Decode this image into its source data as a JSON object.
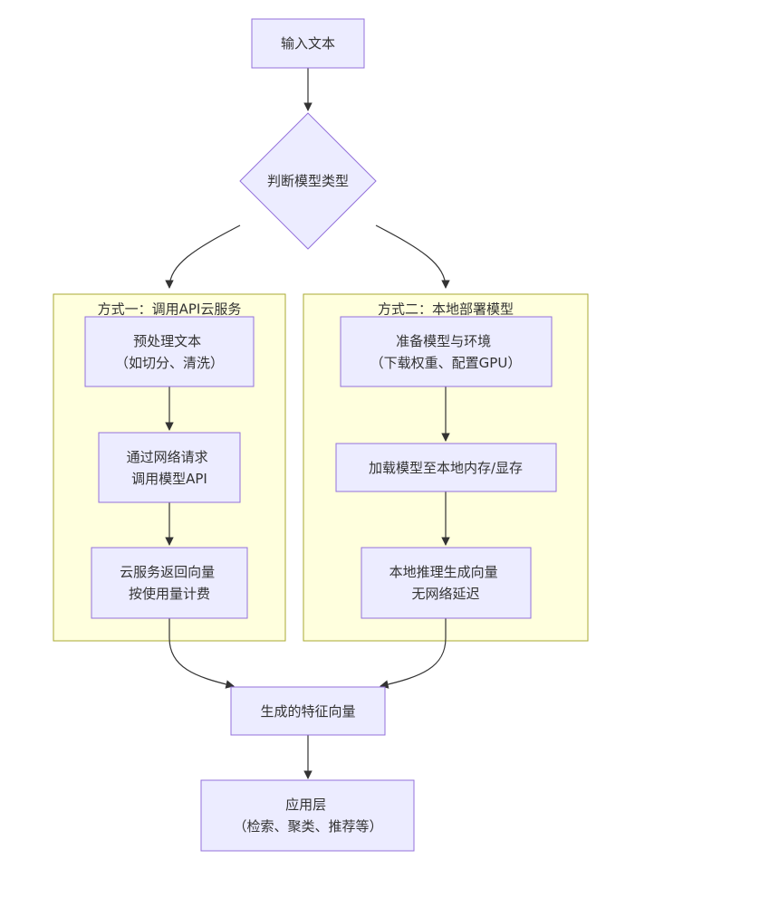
{
  "nodes": {
    "input": {
      "lines": [
        "输入文本"
      ]
    },
    "decide": {
      "lines": [
        "判断模型类型"
      ]
    },
    "a1": {
      "lines": [
        "预处理文本",
        "（如切分、清洗）"
      ]
    },
    "a2": {
      "lines": [
        "通过网络请求",
        "调用模型API"
      ]
    },
    "a3": {
      "lines": [
        "云服务返回向量",
        "按使用量计费"
      ]
    },
    "b1": {
      "lines": [
        "准备模型与环境",
        "（下载权重、配置GPU）"
      ]
    },
    "b2": {
      "lines": [
        "加载模型至本地内存/显存"
      ]
    },
    "b3": {
      "lines": [
        "本地推理生成向量",
        "无网络延迟"
      ]
    },
    "out": {
      "lines": [
        "生成的特征向量"
      ]
    },
    "app": {
      "lines": [
        "应用层",
        "（检索、聚类、推荐等）"
      ]
    }
  },
  "clusters": {
    "api": {
      "title": "方式一：调用API云服务"
    },
    "local": {
      "title": "方式二：本地部署模型"
    }
  },
  "colors": {
    "node_fill": "#ECECFF",
    "node_stroke": "#9370DB",
    "cluster_fill": "#FFFFDE",
    "cluster_stroke": "#AAAA33",
    "edge": "#333333",
    "text": "#333333"
  }
}
